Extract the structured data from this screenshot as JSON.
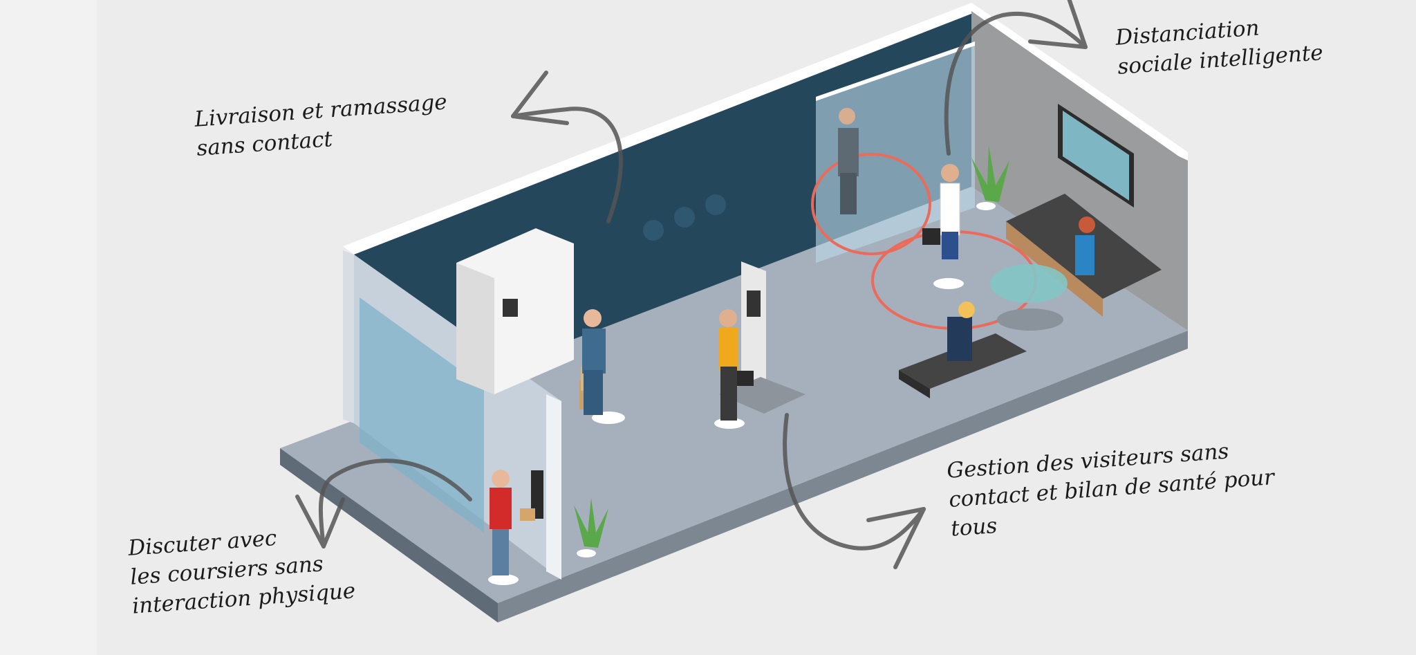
{
  "callouts": {
    "delivery": {
      "line1": "Livraison et ramassage",
      "line2": "sans contact"
    },
    "distancing": {
      "line1": "Distanciation",
      "line2": "sociale intelligente"
    },
    "couriers": {
      "line1": "Discuter avec",
      "line2": "les coursiers sans",
      "line3": "interaction physique"
    },
    "visitors": {
      "line1": "Gestion des visiteurs sans",
      "line2": "contact et bilan de santé pour",
      "line3": "tous"
    }
  },
  "colors": {
    "background": "#ececec",
    "floor": "#a6b0bd",
    "back_wall": "#24475c",
    "right_wall": "#9a9c9e",
    "wall_top": "#ffffff",
    "distance_ring": "#ea6b5a",
    "arrow": "#555555"
  }
}
